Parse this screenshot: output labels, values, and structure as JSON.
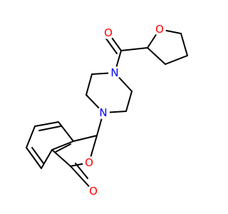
{
  "molecule": {
    "atoms": [
      {
        "id": "o_carbonyl_top",
        "element": "O",
        "label": "O",
        "color": "#ff0000"
      },
      {
        "id": "o_thf",
        "element": "O",
        "label": "O",
        "color": "#ff0000"
      },
      {
        "id": "n_upper",
        "element": "N",
        "label": "N",
        "color": "#0000ff"
      },
      {
        "id": "n_lower",
        "element": "N",
        "label": "N",
        "color": "#0000ff"
      },
      {
        "id": "o_lactone_ring",
        "element": "O",
        "label": "O",
        "color": "#ff0000"
      },
      {
        "id": "o_lactone_carbonyl",
        "element": "O",
        "label": "O",
        "color": "#ff0000"
      }
    ],
    "bond_color": "#000000"
  }
}
